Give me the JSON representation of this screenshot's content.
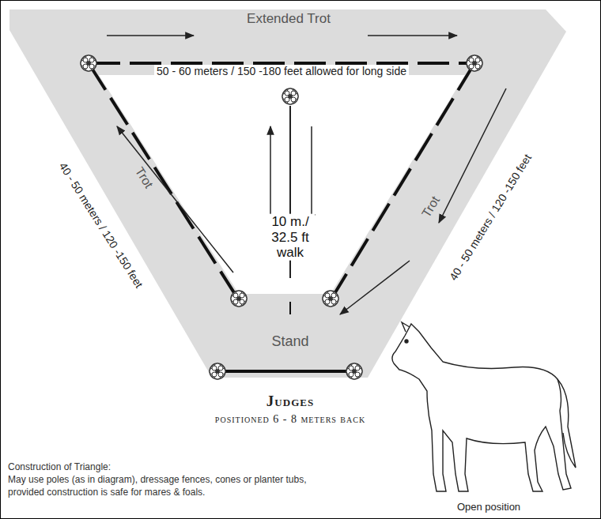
{
  "diagram": {
    "labels": [
      "Extended Trot",
      "50 - 60 meters / 150 -180 feet allowed for long side",
      "Trot",
      "Trot",
      "40 - 50 meters / 120 -150 feet",
      "40 - 50 meters / 120 -150 feet",
      "10 m./ 32.5 ft walk",
      "Stand",
      "Judges",
      "positioned 6 - 8 meters back",
      "Construction of Triangle:",
      "May use poles (as in diagram), dressage fences, cones or planter tubs, provided construction is safe for mares & foals.",
      "Open position"
    ]
  }
}
